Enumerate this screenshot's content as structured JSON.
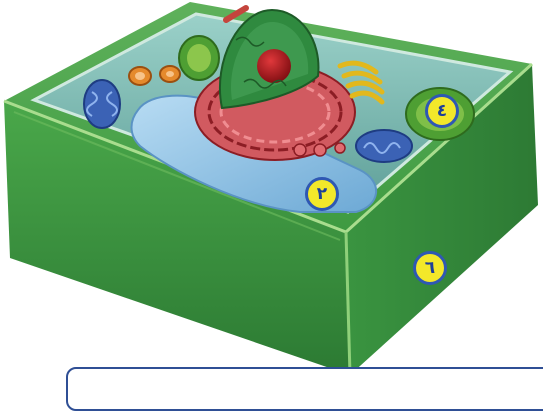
{
  "diagram": {
    "labels": [
      {
        "id": "2",
        "text": "٢"
      },
      {
        "id": "4",
        "text": "٤"
      },
      {
        "id": "6",
        "text": "٦"
      }
    ]
  },
  "colors": {
    "wall": "#3f9d3c",
    "cytoplasm": "#7ec0b9",
    "vacuole": "#8fc3e8",
    "er": "#c8444d",
    "nucleus": "#39884a",
    "nucleolus": "#b3171d",
    "golgi": "#f0cb2a",
    "mitochondria": "#3b62b5",
    "badge_fill": "#f3e82a",
    "badge_border": "#2f58b3"
  }
}
